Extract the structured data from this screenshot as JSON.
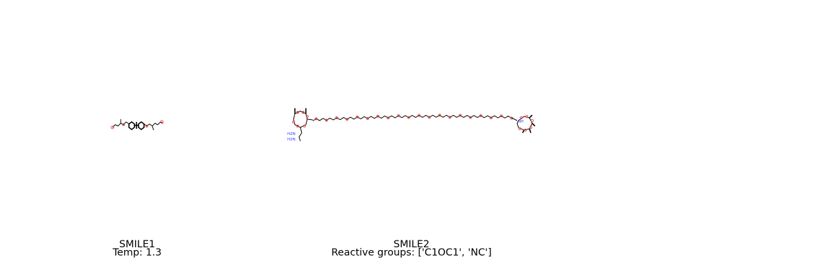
{
  "panels": [
    {
      "title": "SMILE1",
      "subtitle": "Temp: 1.3"
    },
    {
      "title": "SMILE2",
      "subtitle": "Reactive groups: ['C1OC1', 'NC']"
    },
    {
      "title": "",
      "subtitle": ""
    }
  ],
  "atom_labels": {
    "amine": "NH",
    "amine2": "H2N"
  },
  "colors": {
    "bond": "#000000",
    "oxygen": "#e8514a",
    "nitrogen": "#2a3cf0"
  }
}
